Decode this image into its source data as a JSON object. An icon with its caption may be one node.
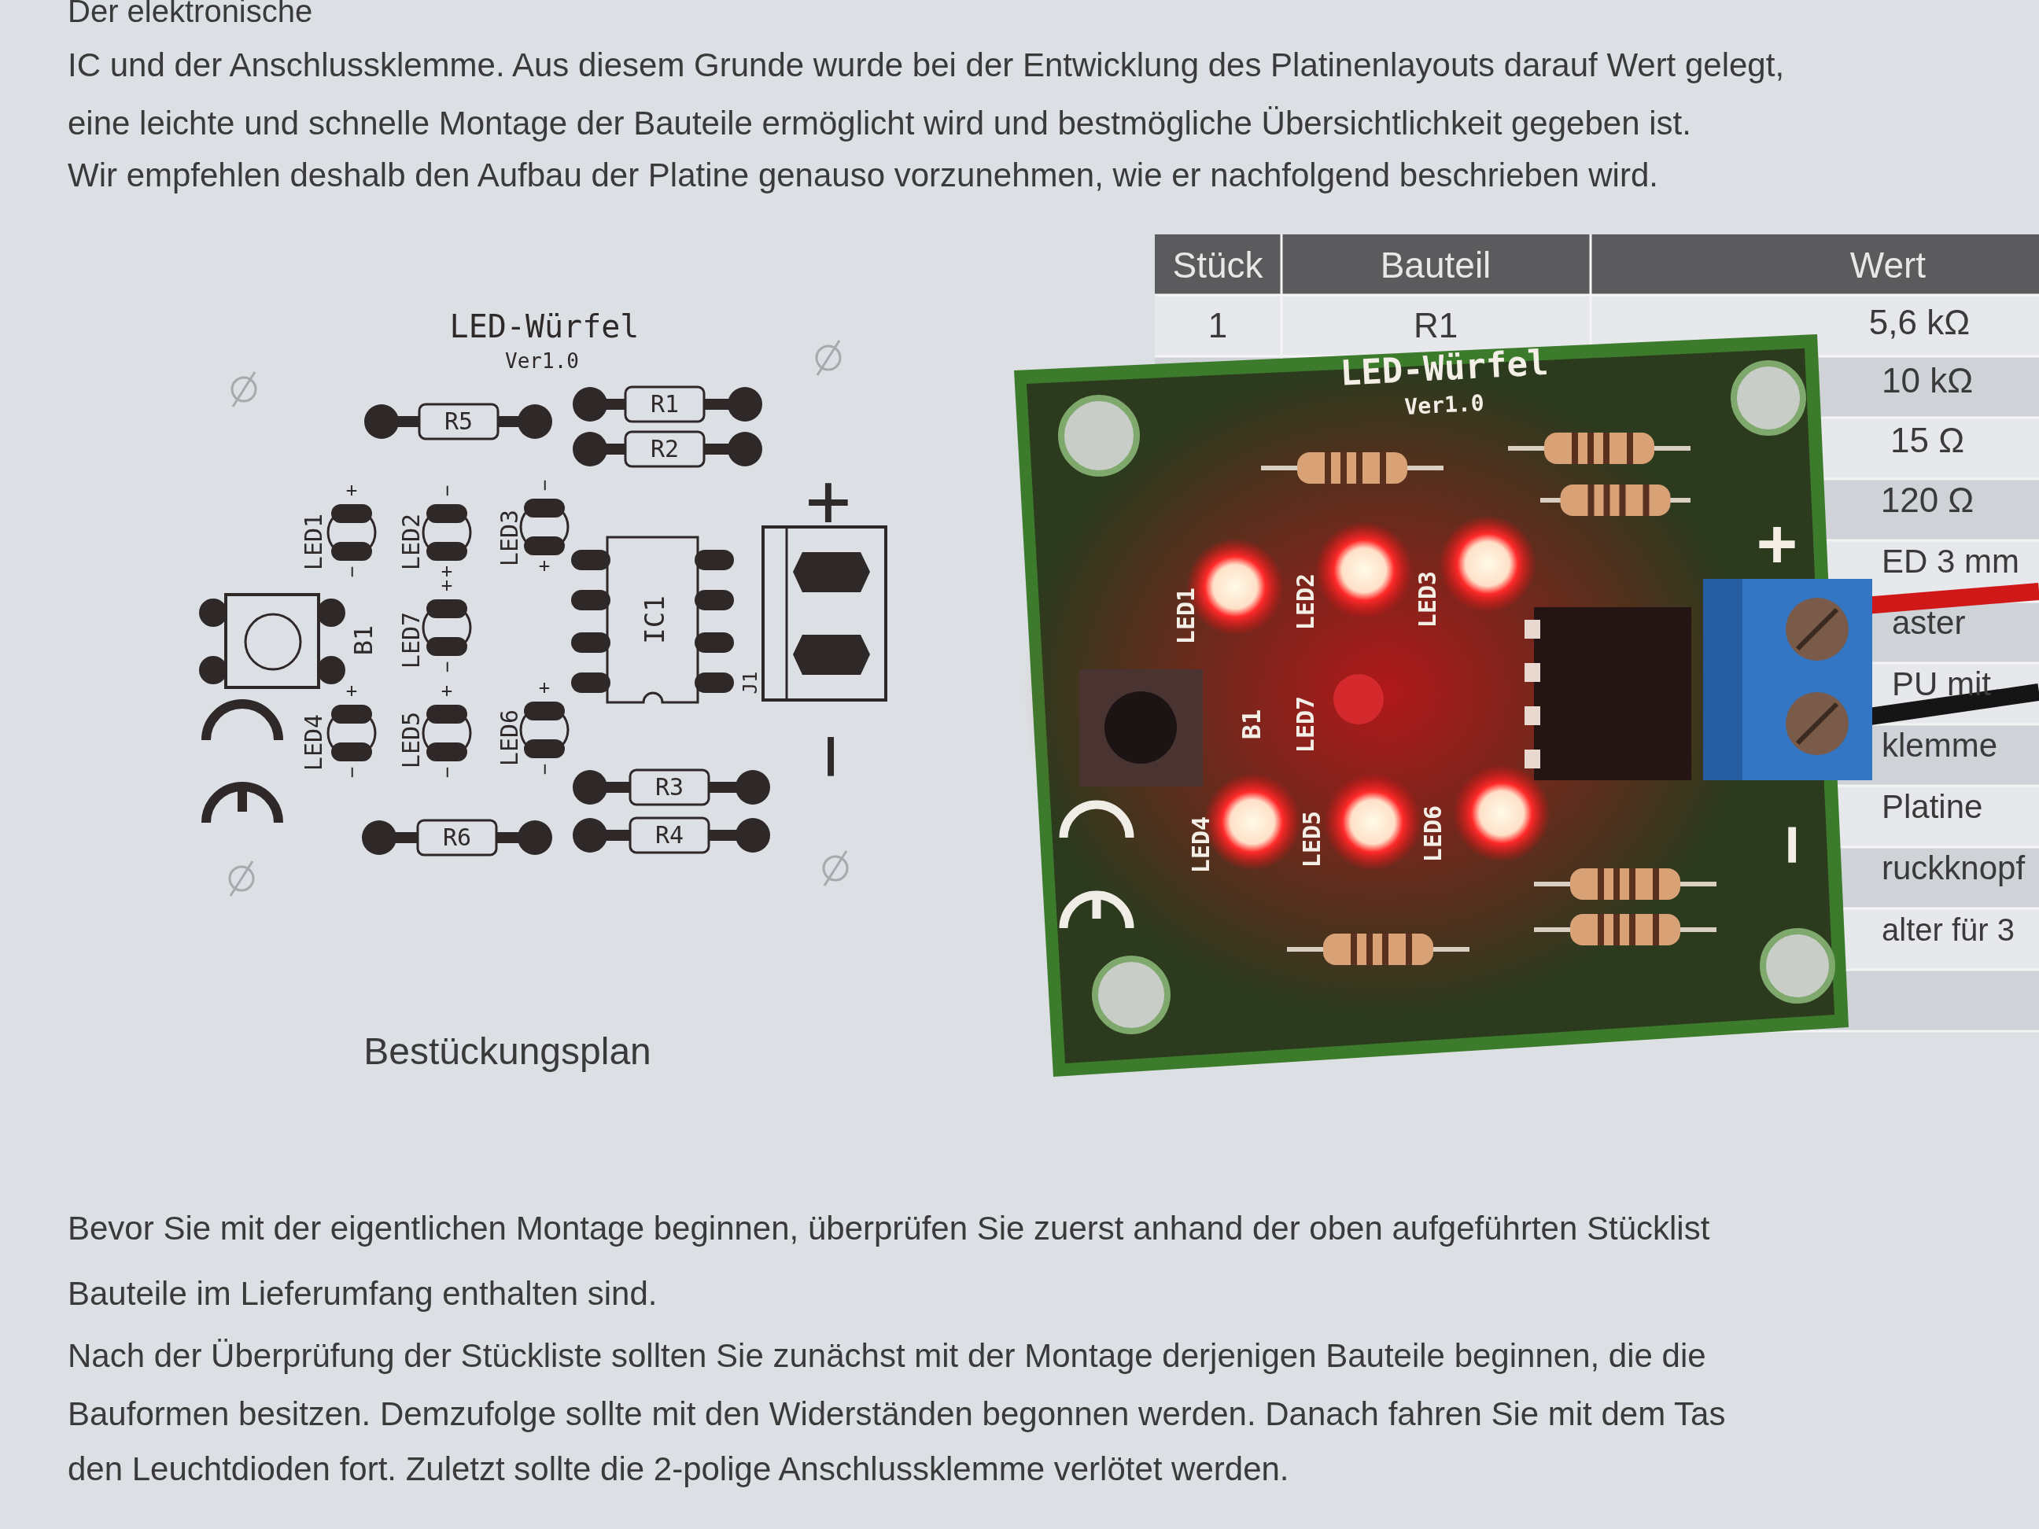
{
  "diagram": {
    "labels": [
      "Der elektronische",
      "IC und der Anschlussklemme. Aus diesem Grunde wurde bei der Entwicklung des Platinenlayouts darauf Wert gelegt,",
      "eine leichte und schnelle Montage der Bauteile ermöglicht wird und bestmögliche Übersichtlichkeit gegeben ist.",
      "Wir empfehlen deshalb den Aufbau der Platine genauso vorzunehmen, wie er nachfolgend beschrieben wird.",
      "Stück",
      "Bauteil",
      "Wert",
      "1",
      "R1",
      "5,6 kΩ",
      "10 kΩ",
      "15 Ω",
      "120 Ω",
      "ED 3 mm",
      "aster",
      "PU mit",
      "klemme",
      "Platine",
      "ruckknopf",
      "alter für 3",
      "LED-Würfel",
      "Ver1.0",
      "R5",
      "R1",
      "R2",
      "LED1",
      "LED2",
      "LED3",
      "IC1",
      "J1",
      "+",
      "B1",
      "LED7",
      "LED4",
      "LED5",
      "LED6",
      "−",
      "R3",
      "R6",
      "R4",
      "Bestückungsplan",
      "+",
      "−",
      "−",
      "+",
      "−",
      "+",
      "+",
      "−",
      "+",
      "−",
      "+",
      "−",
      "+",
      "−",
      "LED-Würfel",
      "Ver1.0",
      "LED1",
      "LED2",
      "LED3",
      "+",
      "B1",
      "LED7",
      "LED4",
      "LED5",
      "LED6",
      "−",
      "Bevor Sie mit der eigentlichen Montage beginnen, überprüfen Sie zuerst anhand der oben aufgeführten Stücklist",
      "Bauteile im Lieferumfang enthalten sind.",
      "Nach der Überprüfung der Stückliste sollten Sie zunächst mit der Montage derjenigen Bauteile beginnen, die die",
      "Bauformen besitzen. Demzufolge sollte mit den Widerständen begonnen werden. Danach fahren Sie mit dem Tas",
      "den Leuchtdioden fort. Zuletzt sollte die 2-polige Anschlussklemme verlötet werden."
    ]
  }
}
